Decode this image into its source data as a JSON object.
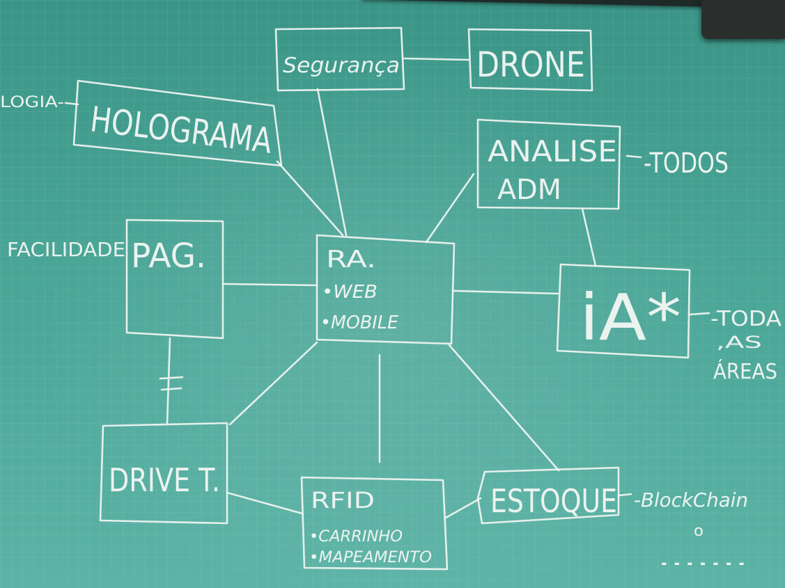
{
  "board": {
    "seguranca": "Segurança",
    "drone": "DRONE",
    "holograma": "HOLOGRAMA",
    "logia": "LOGIA-",
    "analise": "ANALISE",
    "adm": "ADM",
    "todos": "-TODOS",
    "facilidade": "FACILIDADE",
    "pag": "PAG.",
    "ra": "RA.",
    "web": "•WEB",
    "mobile": "•MOBILE",
    "ia": "iA*",
    "toda": "-TODA",
    ",as": ",AS",
    "as": ",AS",
    "areas": "ÁREAS",
    "drivet": "DRIVE T.",
    "rfid": "RFID",
    "carrinho": "•CARRINHO",
    "mapeamento": "•MAPEAMENTO",
    "estoque": "ESTOQUE",
    "blockchain": "-BlockChain",
    "o": "o",
    "dots": "·······"
  },
  "colors": {
    "board": "#4aa596",
    "chalk": "#f2f5f2"
  }
}
